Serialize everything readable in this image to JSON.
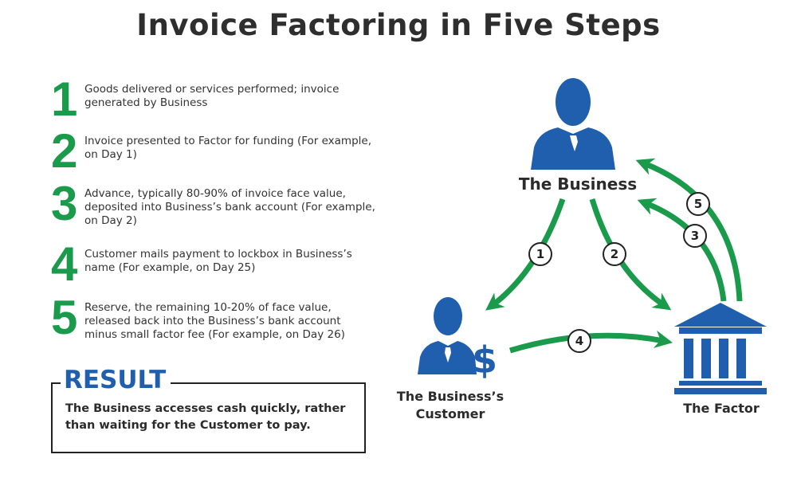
{
  "title": "Invoice Factoring in Five Steps",
  "steps": [
    {
      "number": "1",
      "text": "Goods delivered or services performed; invoice generated by Business"
    },
    {
      "number": "2",
      "text": "Invoice presented to Factor for funding (For example, on Day 1)"
    },
    {
      "number": "3",
      "text": "Advance, typically 80-90% of invoice face value, deposited into Business’s bank account (For example, on Day 2)"
    },
    {
      "number": "4",
      "text": "Customer mails payment to lockbox in Business’s name (For example, on Day 25)"
    },
    {
      "number": "5",
      "text": "Reserve, the remaining 10-20% of face value, released back into the Business’s bank account minus small factor fee (For example, on Day 26)"
    }
  ],
  "result": {
    "label": "RESULT",
    "text": "The Business accesses cash quickly, rather than waiting for the Customer to pay."
  },
  "diagram": {
    "nodes": {
      "business": {
        "label": "The Business",
        "icon": "person-with-tie-icon"
      },
      "customer": {
        "label_line1": "The Business’s",
        "label_line2": "Customer",
        "icon": "person-dollar-icon"
      },
      "factor": {
        "label": "The Factor",
        "icon": "bank-building-icon"
      }
    },
    "badges": [
      "1",
      "2",
      "3",
      "4",
      "5"
    ],
    "colors": {
      "arrow": "#1a9a4b",
      "icon": "#1f5fae",
      "step_number": "#1a9a4b",
      "result_label": "#1f5fae"
    }
  }
}
